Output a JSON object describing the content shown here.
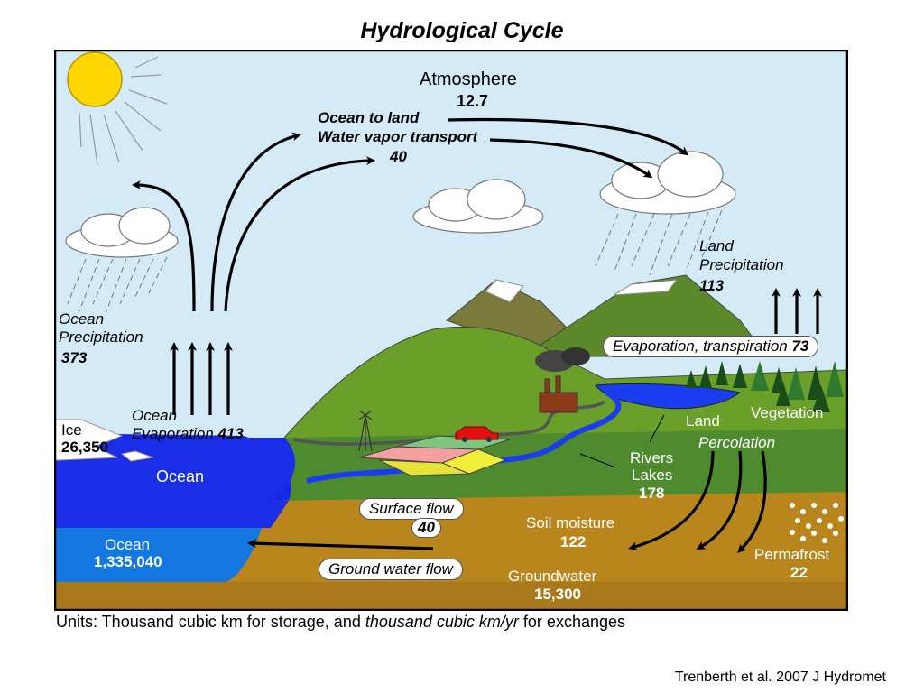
{
  "title": "Hydrological Cycle",
  "stores": {
    "atmosphere": {
      "label": "Atmosphere",
      "value": "12.7"
    },
    "ice": {
      "label": "Ice",
      "value": "26,350"
    },
    "ocean_surface": {
      "label": "Ocean"
    },
    "ocean_deep": {
      "label": "Ocean",
      "value": "1,335,040"
    },
    "rivers_lakes": {
      "label1": "Rivers",
      "label2": "Lakes",
      "value": "178"
    },
    "soil_moisture": {
      "label": "Soil moisture",
      "value": "122"
    },
    "groundwater": {
      "label": "Groundwater",
      "value": "15,300"
    },
    "permafrost": {
      "label": "Permafrost",
      "value": "22"
    },
    "land": {
      "label": "Land"
    },
    "vegetation": {
      "label": "Vegetation"
    }
  },
  "fluxes": {
    "ocean_to_land": {
      "line1": "Ocean to land",
      "line2": "Water vapor transport",
      "value": "40"
    },
    "ocean_precipitation": {
      "line1": "Ocean",
      "line2": "Precipitation",
      "value": "373"
    },
    "ocean_evaporation": {
      "line1": "Ocean",
      "line2": "Evaporation",
      "value": "413"
    },
    "land_precipitation": {
      "line1": "Land",
      "line2": "Precipitation",
      "value": "113"
    },
    "evapotranspiration": {
      "label": "Evaporation, transpiration",
      "value": "73"
    },
    "percolation": {
      "label": "Percolation"
    },
    "surface_flow": {
      "label": "Surface flow",
      "value": "40"
    },
    "ground_water_flow": {
      "label": "Ground water flow"
    }
  },
  "units": {
    "prefix": "Units: Thousand cubic km for storage, and ",
    "italic": "thousand cubic km/yr",
    "suffix": " for exchanges"
  },
  "credit": "Trenberth et al. 2007 J Hydromet"
}
